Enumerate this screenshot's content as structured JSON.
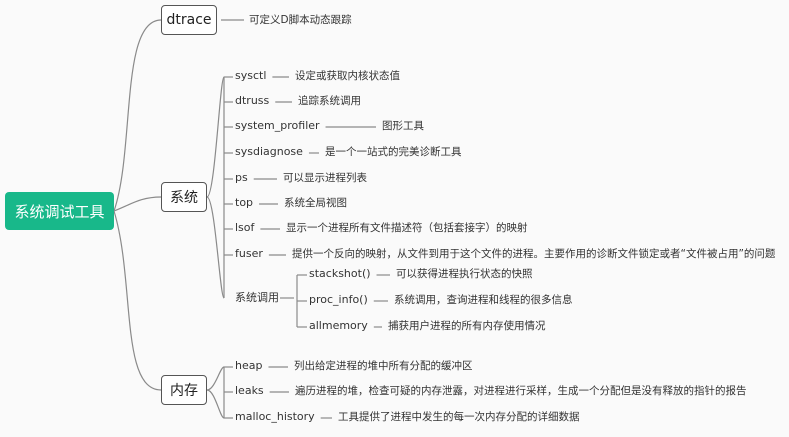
{
  "root": {
    "label": "系统调试工具"
  },
  "branches": {
    "dtrace": {
      "label": "dtrace",
      "desc": "可定义D脚本动态跟踪"
    },
    "system": {
      "label": "系统",
      "items": [
        {
          "name": "sysctl",
          "desc": "设定或获取内核状态值"
        },
        {
          "name": "dtruss",
          "desc": "追踪系统调用"
        },
        {
          "name": "system_profiler",
          "desc": "图形工具"
        },
        {
          "name": "sysdiagnose",
          "desc": "是一个一站式的完美诊断工具"
        },
        {
          "name": "ps",
          "desc": "可以显示进程列表"
        },
        {
          "name": "top",
          "desc": "系统全局视图"
        },
        {
          "name": "lsof",
          "desc": "显示一个进程所有文件描述符（包括套接字）的映射"
        },
        {
          "name": "fuser",
          "desc": "提供一个反向的映射，从文件到用于这个文件的进程。主要作用的诊断文件锁定或者“文件被占用”的问题"
        }
      ],
      "syscall": {
        "label": "系统调用",
        "items": [
          {
            "name": "stackshot()",
            "desc": "可以获得进程执行状态的快照"
          },
          {
            "name": "proc_info()",
            "desc": "系统调用，查询进程和线程的很多信息"
          },
          {
            "name": "allmemory",
            "desc": "捕获用户进程的所有内存使用情况"
          }
        ]
      }
    },
    "memory": {
      "label": "内存",
      "items": [
        {
          "name": "heap",
          "desc": "列出给定进程的堆中所有分配的缓冲区"
        },
        {
          "name": "leaks",
          "desc": "遍历进程的堆，检查可疑的内存泄露，对进程进行采样，生成一个分配但是没有释放的指针的报告"
        },
        {
          "name": "malloc_history",
          "desc": "工具提供了进程中发生的每一次内存分配的详细数据"
        }
      ]
    }
  },
  "colors": {
    "root_fill": "#18b88a",
    "line": "#8a8a8a"
  }
}
